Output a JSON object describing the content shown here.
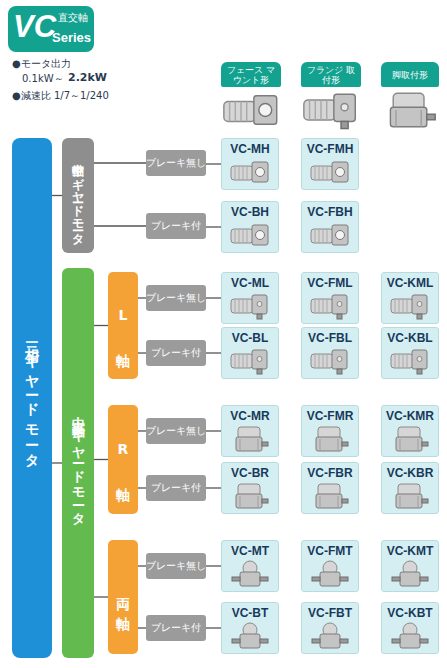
{
  "diagram": {
    "nodes": [
      {
        "text": [
          "VC",
          "直交軸",
          "Series"
        ]
      },
      {
        "text": [
          "フェース マウント形"
        ]
      },
      {
        "text": [
          "フランジ 取付形"
        ]
      },
      {
        "text": [
          "脚取付形"
        ]
      },
      {
        "text": [
          "三相ギヤードモータ"
        ]
      },
      {
        "text": [
          "中空軸 ギヤードモータ"
        ]
      },
      {
        "text": [
          "ブレーキ無し"
        ]
      },
      {
        "text": [
          "VC-MH"
        ]
      },
      {
        "text": [
          "VC-FMH"
        ]
      },
      {
        "text": [
          "ブレーキ付"
        ]
      },
      {
        "text": [
          "VC-BH"
        ]
      },
      {
        "text": [
          "VC-FBH"
        ]
      },
      {
        "text": [
          "中実軸ギヤードモータ"
        ]
      },
      {
        "text": [
          "L 軸"
        ]
      },
      {
        "text": [
          "ブレーキ無し"
        ]
      },
      {
        "text": [
          "VC-ML"
        ]
      },
      {
        "text": [
          "VC-FML"
        ]
      },
      {
        "text": [
          "VC-KML"
        ]
      },
      {
        "text": [
          "ブレーキ付"
        ]
      },
      {
        "text": [
          "VC-BL"
        ]
      },
      {
        "text": [
          "VC-FBL"
        ]
      },
      {
        "text": [
          "VC-KBL"
        ]
      },
      {
        "text": [
          "R 軸"
        ]
      },
      {
        "text": [
          "ブレーキ無し"
        ]
      },
      {
        "text": [
          "VC-MR"
        ]
      },
      {
        "text": [
          "VC-FMR"
        ]
      },
      {
        "text": [
          "VC-KMR"
        ]
      },
      {
        "text": [
          "ブレーキ付"
        ]
      },
      {
        "text": [
          "VC-BR"
        ]
      },
      {
        "text": [
          "VC-FBR"
        ]
      },
      {
        "text": [
          "VC-KBR"
        ]
      },
      {
        "text": [
          "両 軸"
        ]
      },
      {
        "text": [
          "ブレーキ無し"
        ]
      },
      {
        "text": [
          "VC-MT"
        ]
      },
      {
        "text": [
          "VC-FMT"
        ]
      },
      {
        "text": [
          "VC-KMT"
        ]
      },
      {
        "text": [
          "ブレーキ付"
        ]
      },
      {
        "text": [
          "VC-BT"
        ]
      },
      {
        "text": [
          "VC-FBT"
        ]
      },
      {
        "text": [
          "VC-KBT"
        ]
      }
    ],
    "edges": [
      {
        "from": 4,
        "to": 5,
        "arrow": "none"
      },
      {
        "from": 4,
        "to": 12,
        "arrow": "none"
      },
      {
        "from": 5,
        "to": 6,
        "arrow": "none"
      },
      {
        "from": 5,
        "to": 9,
        "arrow": "none"
      },
      {
        "from": 6,
        "to": 7,
        "arrow": "none"
      },
      {
        "from": 9,
        "to": 10,
        "arrow": "none"
      },
      {
        "from": 12,
        "to": 13,
        "arrow": "none"
      },
      {
        "from": 12,
        "to": 22,
        "arrow": "none"
      },
      {
        "from": 12,
        "to": 31,
        "arrow": "none"
      },
      {
        "from": 13,
        "to": 14,
        "arrow": "none"
      },
      {
        "from": 13,
        "to": 18,
        "arrow": "none"
      },
      {
        "from": 14,
        "to": 15,
        "arrow": "none"
      },
      {
        "from": 18,
        "to": 19,
        "arrow": "none"
      },
      {
        "from": 22,
        "to": 23,
        "arrow": "none"
      },
      {
        "from": 22,
        "to": 27,
        "arrow": "none"
      },
      {
        "from": 23,
        "to": 24,
        "arrow": "none"
      },
      {
        "from": 27,
        "to": 28,
        "arrow": "none"
      },
      {
        "from": 31,
        "to": 32,
        "arrow": "none"
      },
      {
        "from": 31,
        "to": 36,
        "arrow": "none"
      },
      {
        "from": 32,
        "to": 33,
        "arrow": "none"
      },
      {
        "from": 36,
        "to": 37,
        "arrow": "none"
      }
    ],
    "labels": [
      "●モータ出力",
      "0.1kW～",
      "2.2kW",
      "●減速比 1/7～1/240"
    ]
  }
}
